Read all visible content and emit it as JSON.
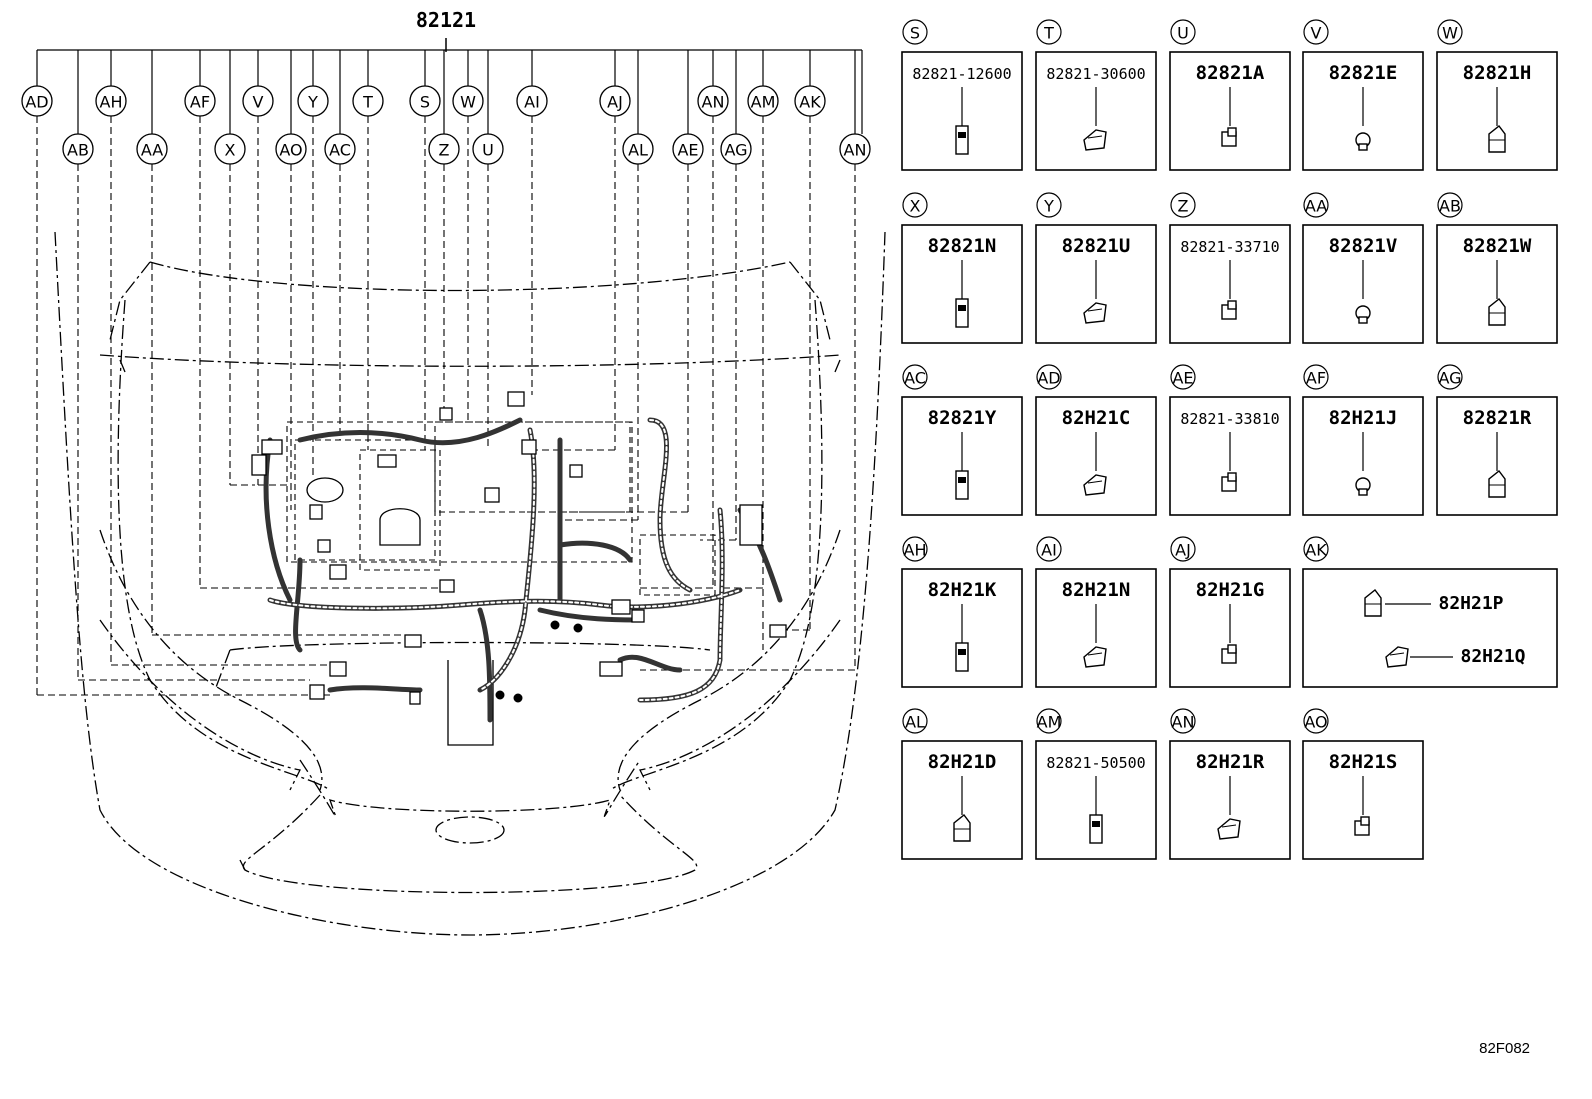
{
  "main_part_number": "82121",
  "figure_code": "82F082",
  "callouts": {
    "top_row": [
      "AD",
      "AH",
      "AF",
      "V",
      "Y",
      "T",
      "S",
      "W",
      "AI",
      "AJ",
      "AN",
      "AM",
      "AK"
    ],
    "bottom_row": [
      "AB",
      "AA",
      "X",
      "AO",
      "AC",
      "Z",
      "U",
      "AL",
      "AE",
      "AG",
      "AN"
    ]
  },
  "parts": [
    {
      "ref": "S",
      "number": "82821-12600"
    },
    {
      "ref": "T",
      "number": "82821-30600"
    },
    {
      "ref": "U",
      "number": "82821A"
    },
    {
      "ref": "V",
      "number": "82821E"
    },
    {
      "ref": "W",
      "number": "82821H"
    },
    {
      "ref": "X",
      "number": "82821N"
    },
    {
      "ref": "Y",
      "number": "82821U"
    },
    {
      "ref": "Z",
      "number": "82821-33710"
    },
    {
      "ref": "AA",
      "number": "82821V"
    },
    {
      "ref": "AB",
      "number": "82821W"
    },
    {
      "ref": "AC",
      "number": "82821Y"
    },
    {
      "ref": "AD",
      "number": "82H21C"
    },
    {
      "ref": "AE",
      "number": "82821-33810"
    },
    {
      "ref": "AF",
      "number": "82H21J"
    },
    {
      "ref": "AG",
      "number": "82821R"
    },
    {
      "ref": "AH",
      "number": "82H21K"
    },
    {
      "ref": "AI",
      "number": "82H21N"
    },
    {
      "ref": "AJ",
      "number": "82H21G"
    },
    {
      "ref": "AK",
      "numbers": [
        "82H21P",
        "82H21Q"
      ]
    },
    {
      "ref": "AL",
      "number": "82H21D"
    },
    {
      "ref": "AM",
      "number": "82821-50500"
    },
    {
      "ref": "AN",
      "number": "82H21R"
    },
    {
      "ref": "AO",
      "number": "82H21S"
    }
  ]
}
